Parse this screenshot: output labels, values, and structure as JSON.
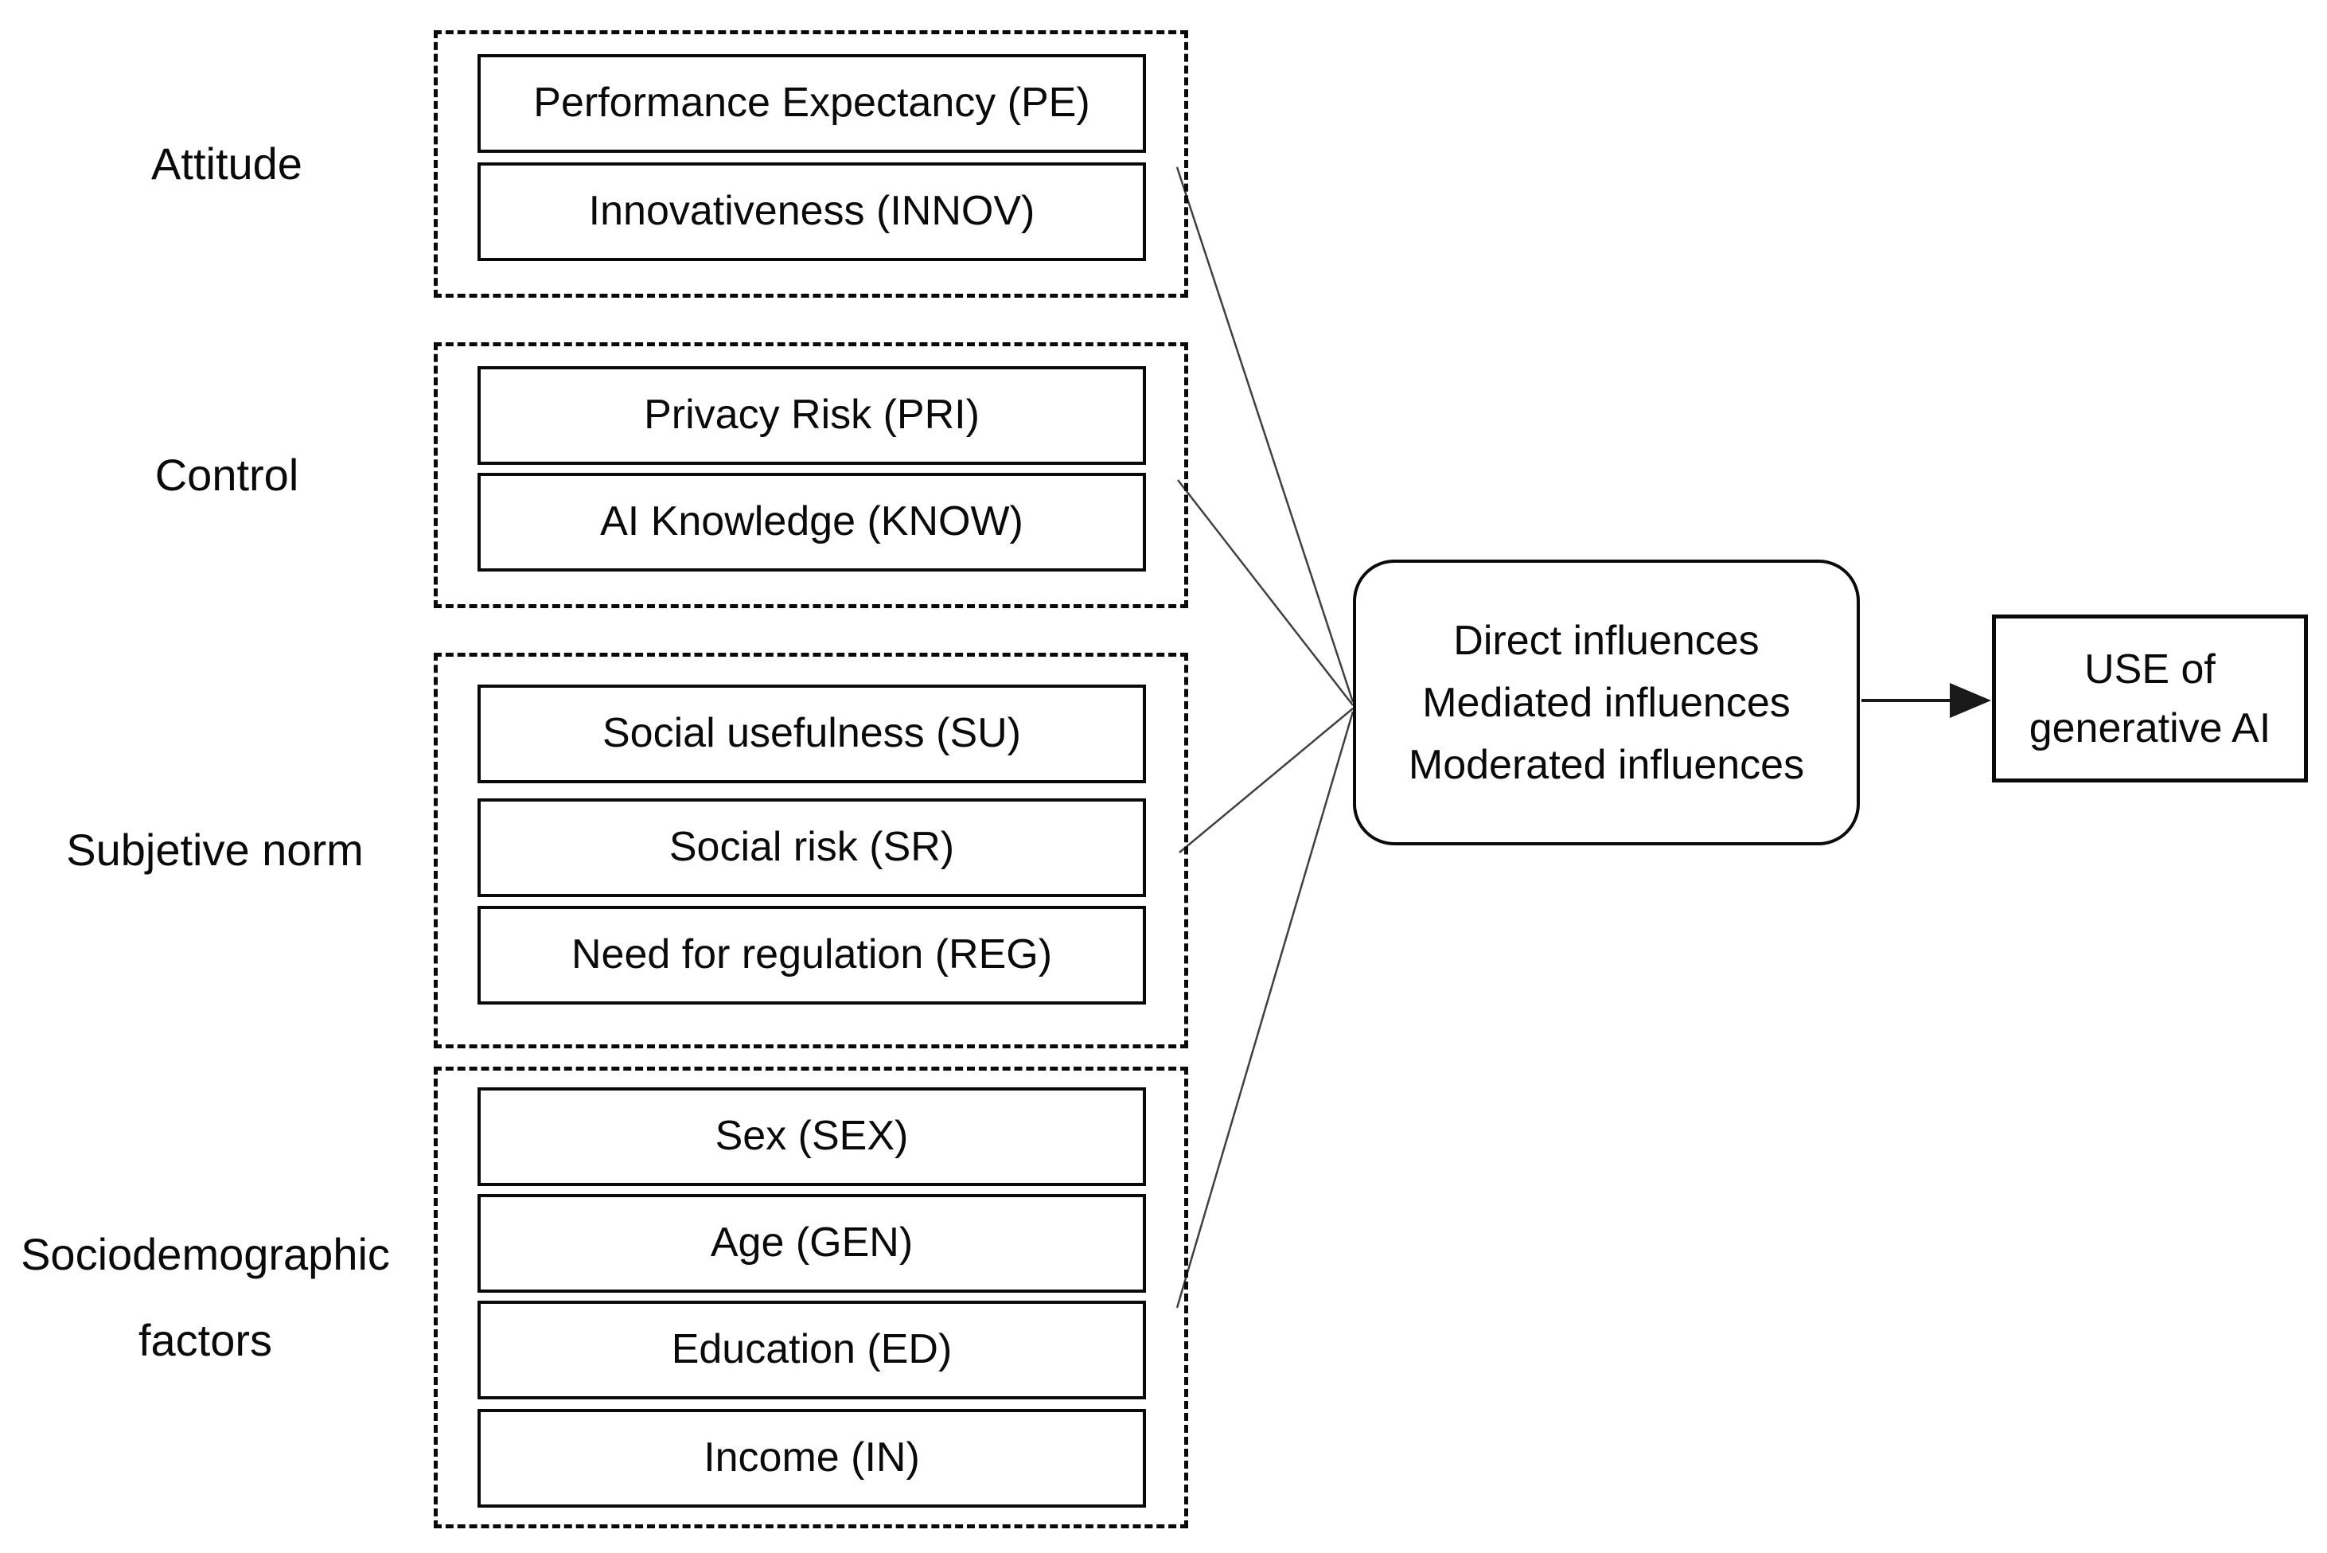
{
  "diagram": {
    "groups": [
      {
        "label": "Attitude",
        "items": [
          "Performance Expectancy (PE)",
          "Innovativeness (INNOV)"
        ]
      },
      {
        "label": "Control",
        "items": [
          "Privacy Risk (PRI)",
          "AI Knowledge (KNOW)"
        ]
      },
      {
        "label": "Subjetive norm",
        "items": [
          "Social usefulness (SU)",
          "Social risk (SR)",
          "Need for regulation (REG)"
        ]
      },
      {
        "label": "Sociodemographic factors",
        "items": [
          "Sex (SEX)",
          "Age (GEN)",
          "Education (ED)",
          "Income (IN)"
        ]
      }
    ],
    "influence_box": {
      "lines": [
        "Direct influences",
        "Mediated influences",
        "Moderated influences"
      ]
    },
    "outcome_box": {
      "lines": [
        "USE of",
        "generative AI"
      ]
    },
    "colors": {
      "background": "#ffffff",
      "box_border": "#0a0a0a",
      "text": "#0a0a0a",
      "connector": "#404040"
    }
  }
}
